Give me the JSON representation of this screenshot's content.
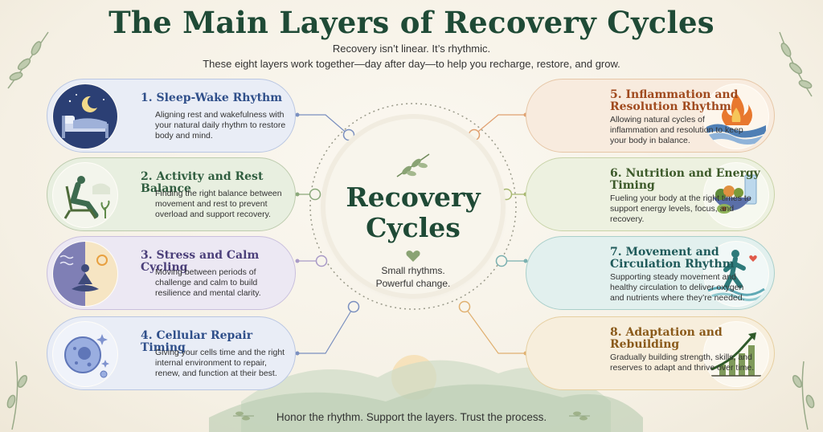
{
  "header": {
    "title": "The Main Layers of Recovery Cycles",
    "subtitle_line1": "Recovery isn’t linear. It’s rhythmic.",
    "subtitle_line2": "These eight layers work together—day after day—to help you recharge, restore, and grow."
  },
  "center": {
    "line1": "Recovery",
    "line2": "Cycles",
    "tagline1": "Small rhythms.",
    "tagline2": "Powerful change."
  },
  "layers": [
    {
      "number": "1.",
      "title": "Sleep-Wake Rhythm",
      "desc": "Aligning rest and wakefulness with your natural daily rhythm to restore body and mind.",
      "icon": "moon-bed-icon",
      "color": "#2f4f8a"
    },
    {
      "number": "2.",
      "title": "Activity and Rest Balance",
      "desc": "Finding the right balance between movement and rest to prevent overload and support recovery.",
      "icon": "resting-chair-icon",
      "color": "#2f5d3f"
    },
    {
      "number": "3.",
      "title": "Stress and Calm Cycling",
      "desc": "Moving between periods of challenge and calm to build resilience and mental clarity.",
      "icon": "meditation-icon",
      "color": "#4b3f7a"
    },
    {
      "number": "4.",
      "title": "Cellular Repair Timing",
      "desc": "Giving your cells time and the right internal environment to repair, renew, and function at their best.",
      "icon": "cell-icon",
      "color": "#2f4f8a"
    },
    {
      "number": "5.",
      "title": "Inflammation and Resolution Rhythm",
      "desc": "Allowing natural cycles of inflammation and resolution to keep your body in balance.",
      "icon": "flame-wave-icon",
      "color": "#a04a1e"
    },
    {
      "number": "6.",
      "title": "Nutrition and Energy Timing",
      "desc": "Fueling your body at the right times to support energy levels, focus, and recovery.",
      "icon": "food-bowl-icon",
      "color": "#3d5a2a"
    },
    {
      "number": "7.",
      "title": "Movement and Circulation Rhythm",
      "desc": "Supporting steady movement and healthy circulation to deliver oxygen and nutrients where they’re needed.",
      "icon": "walking-person-icon",
      "color": "#1f5a5a"
    },
    {
      "number": "8.",
      "title": "Adaptation and Rebuilding",
      "desc": "Gradually building strength, skills, and reserves to adapt and thrive over time.",
      "icon": "growth-chart-icon",
      "color": "#8a5a1a"
    }
  ],
  "footer": "Honor the rhythm. Support the layers. Trust the process."
}
